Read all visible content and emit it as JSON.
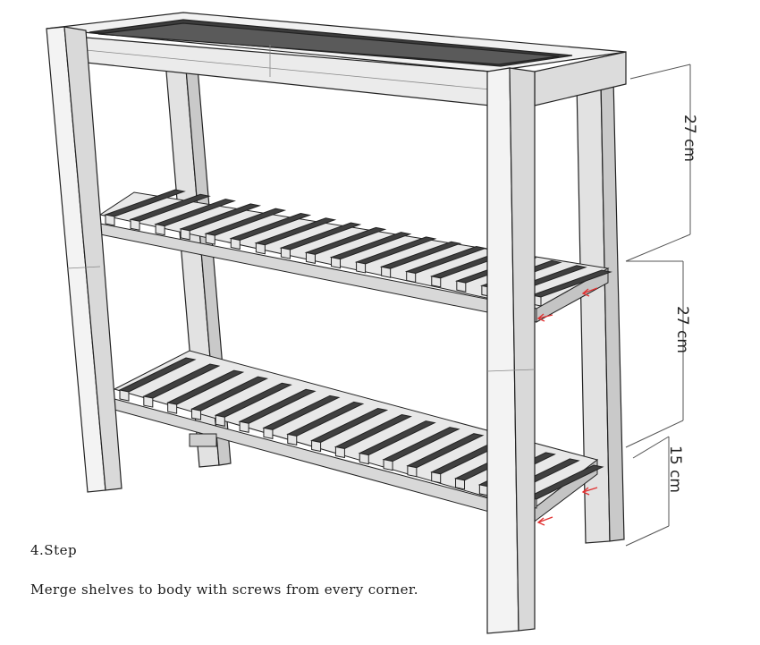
{
  "step": {
    "title": "4.Step",
    "instruction": "Merge shelves to body with screws from every corner."
  },
  "dimensions": [
    {
      "label": "27 cm"
    },
    {
      "label": "27 cm"
    },
    {
      "label": "15 cm"
    }
  ],
  "colors": {
    "wood_light": "#ececec",
    "wood_mid": "#d6d6d6",
    "wood_dark": "#3a3a3a",
    "outline": "#222222",
    "screw_arrow": "#e03030"
  }
}
